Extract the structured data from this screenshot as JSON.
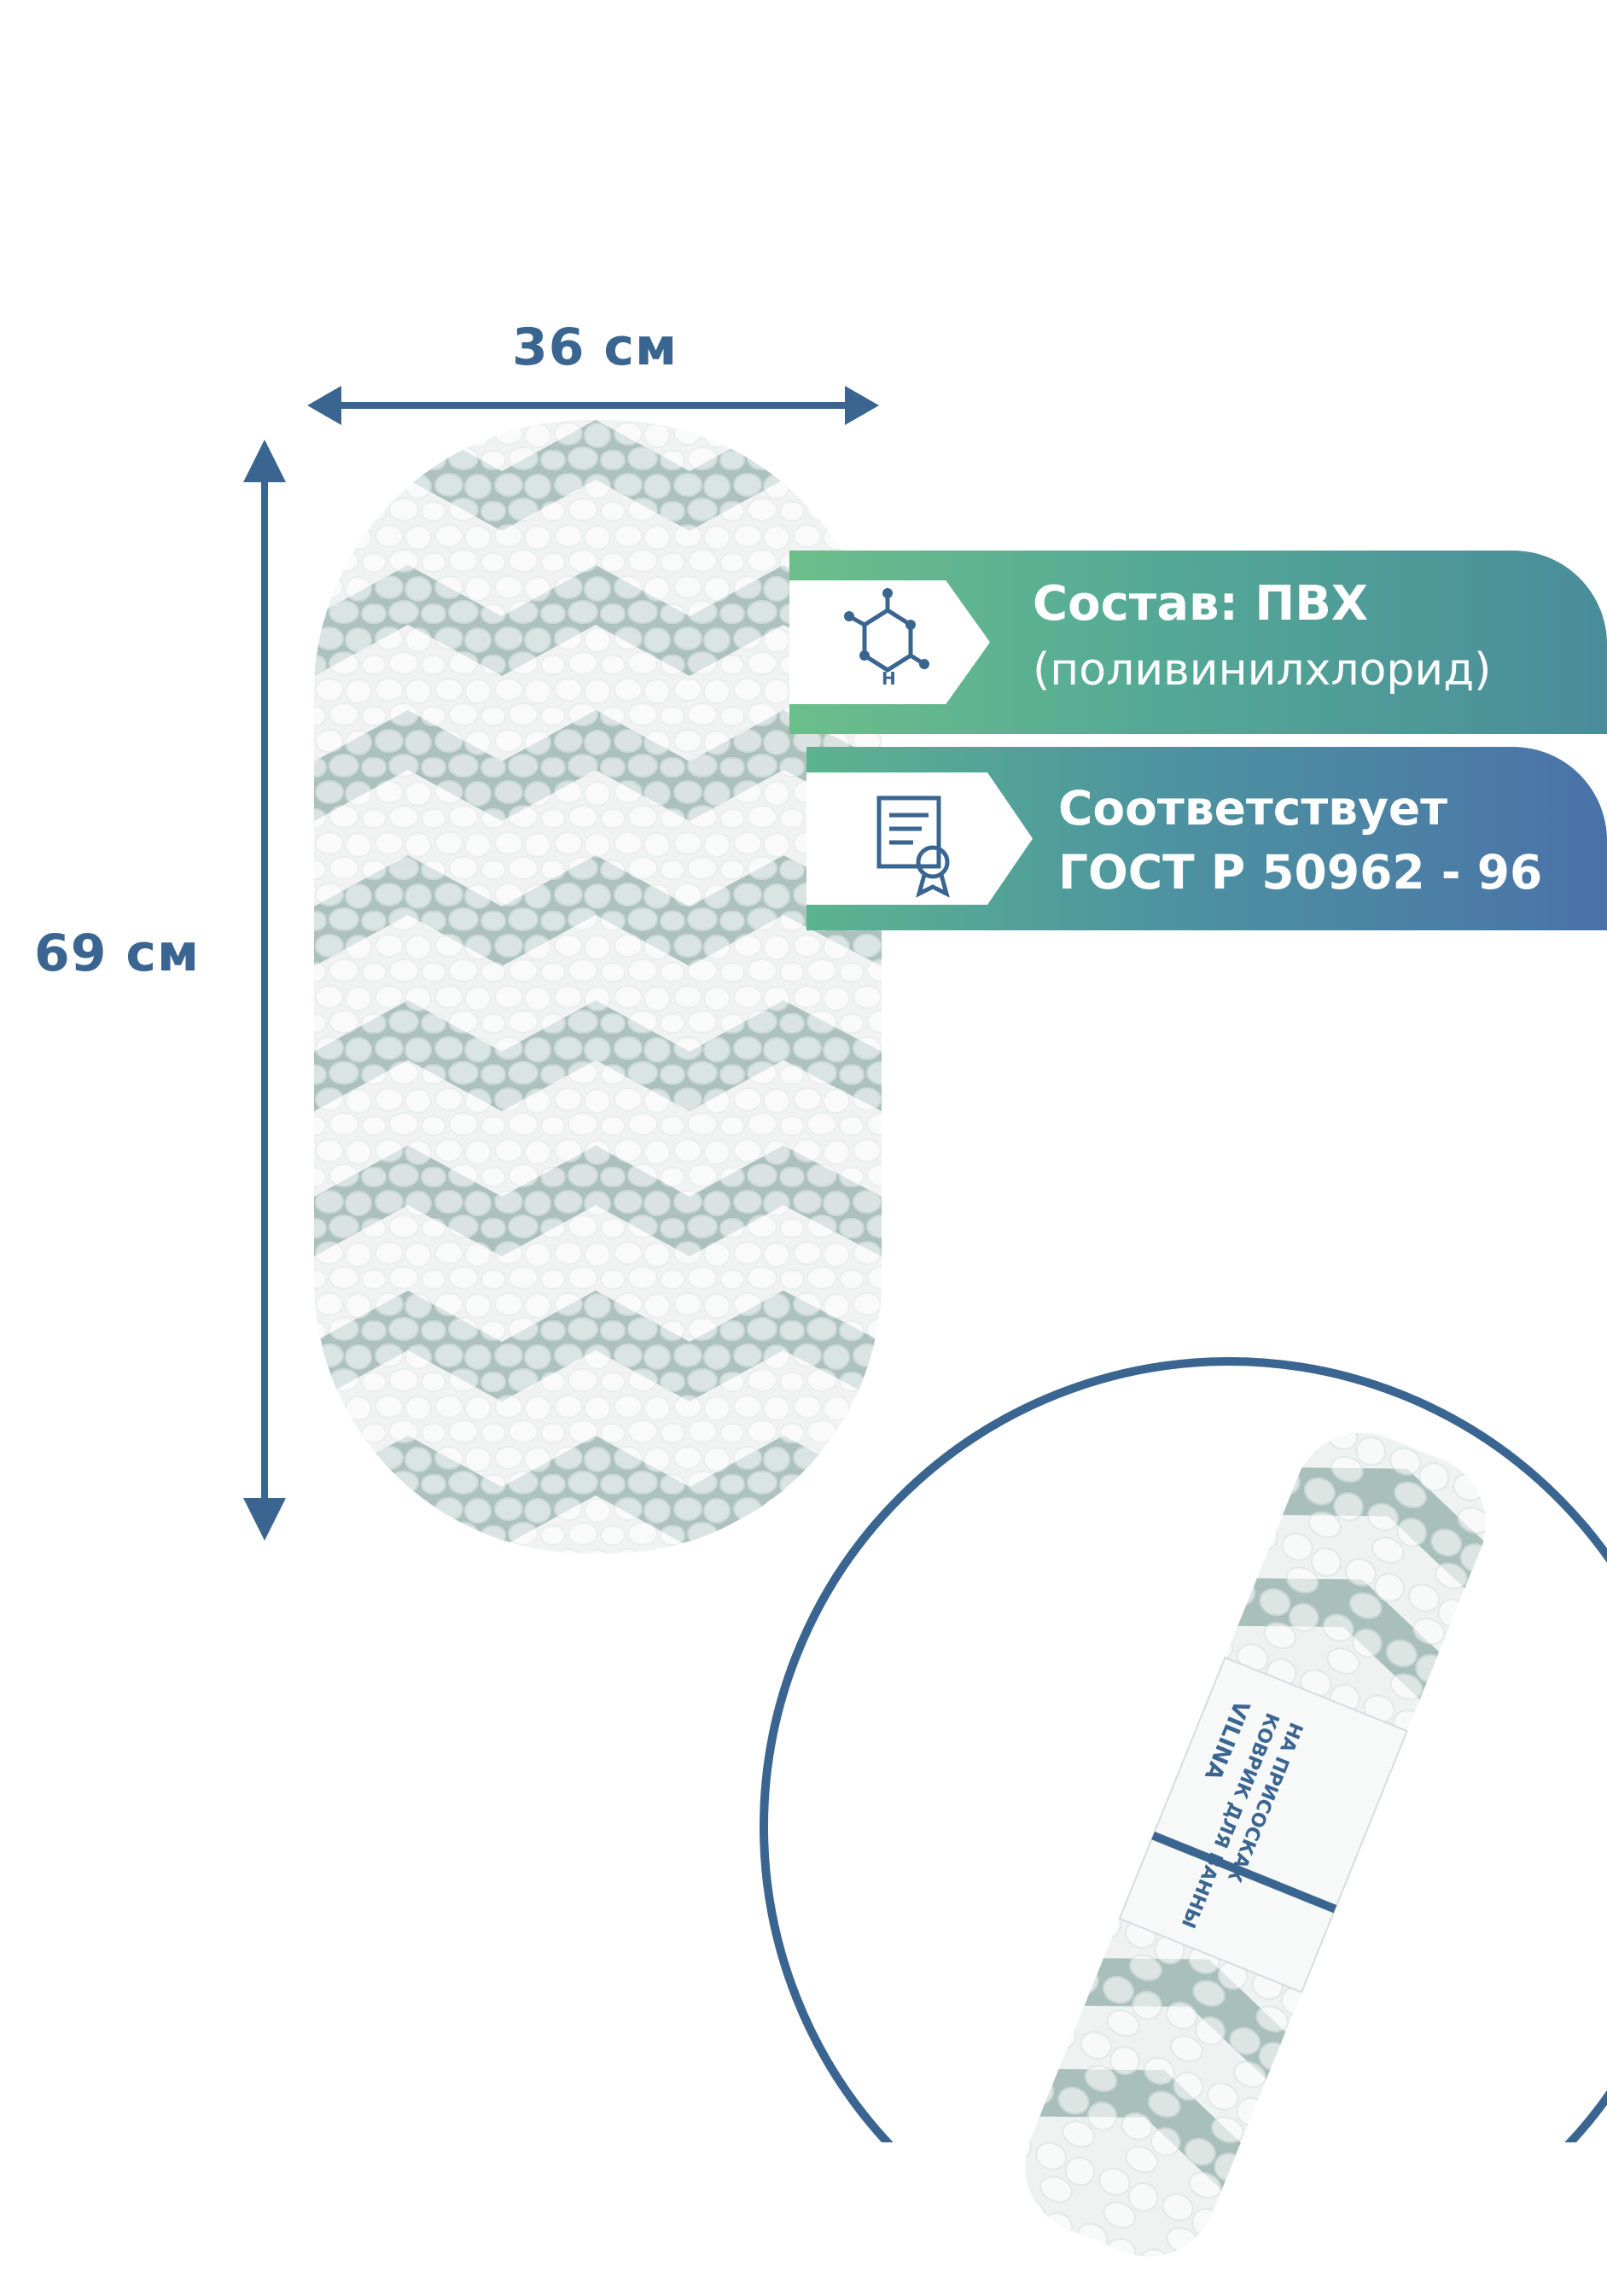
{
  "dimensions": {
    "width_label": "36 см",
    "height_label": "69 см"
  },
  "features": {
    "composition": {
      "title": "Состав: ПВХ",
      "subtitle": "(поливинилхлорид)",
      "icon": "molecule-icon"
    },
    "certification": {
      "line1": "Соответствует",
      "line2": "ГОСТ Р 50962 - 96",
      "icon": "certificate-icon"
    }
  },
  "package": {
    "brand": "VILINA",
    "line1": "КОВРИК ДЛЯ ВАННЫ",
    "line2": "НА ПРИСОСКАХ"
  },
  "colors": {
    "accent_blue": "#3a6591",
    "mat_green": "#9fb8b3",
    "mat_white": "#ffffff",
    "band_green": "#6cbe8a",
    "band_blue": "#4a72a8"
  }
}
